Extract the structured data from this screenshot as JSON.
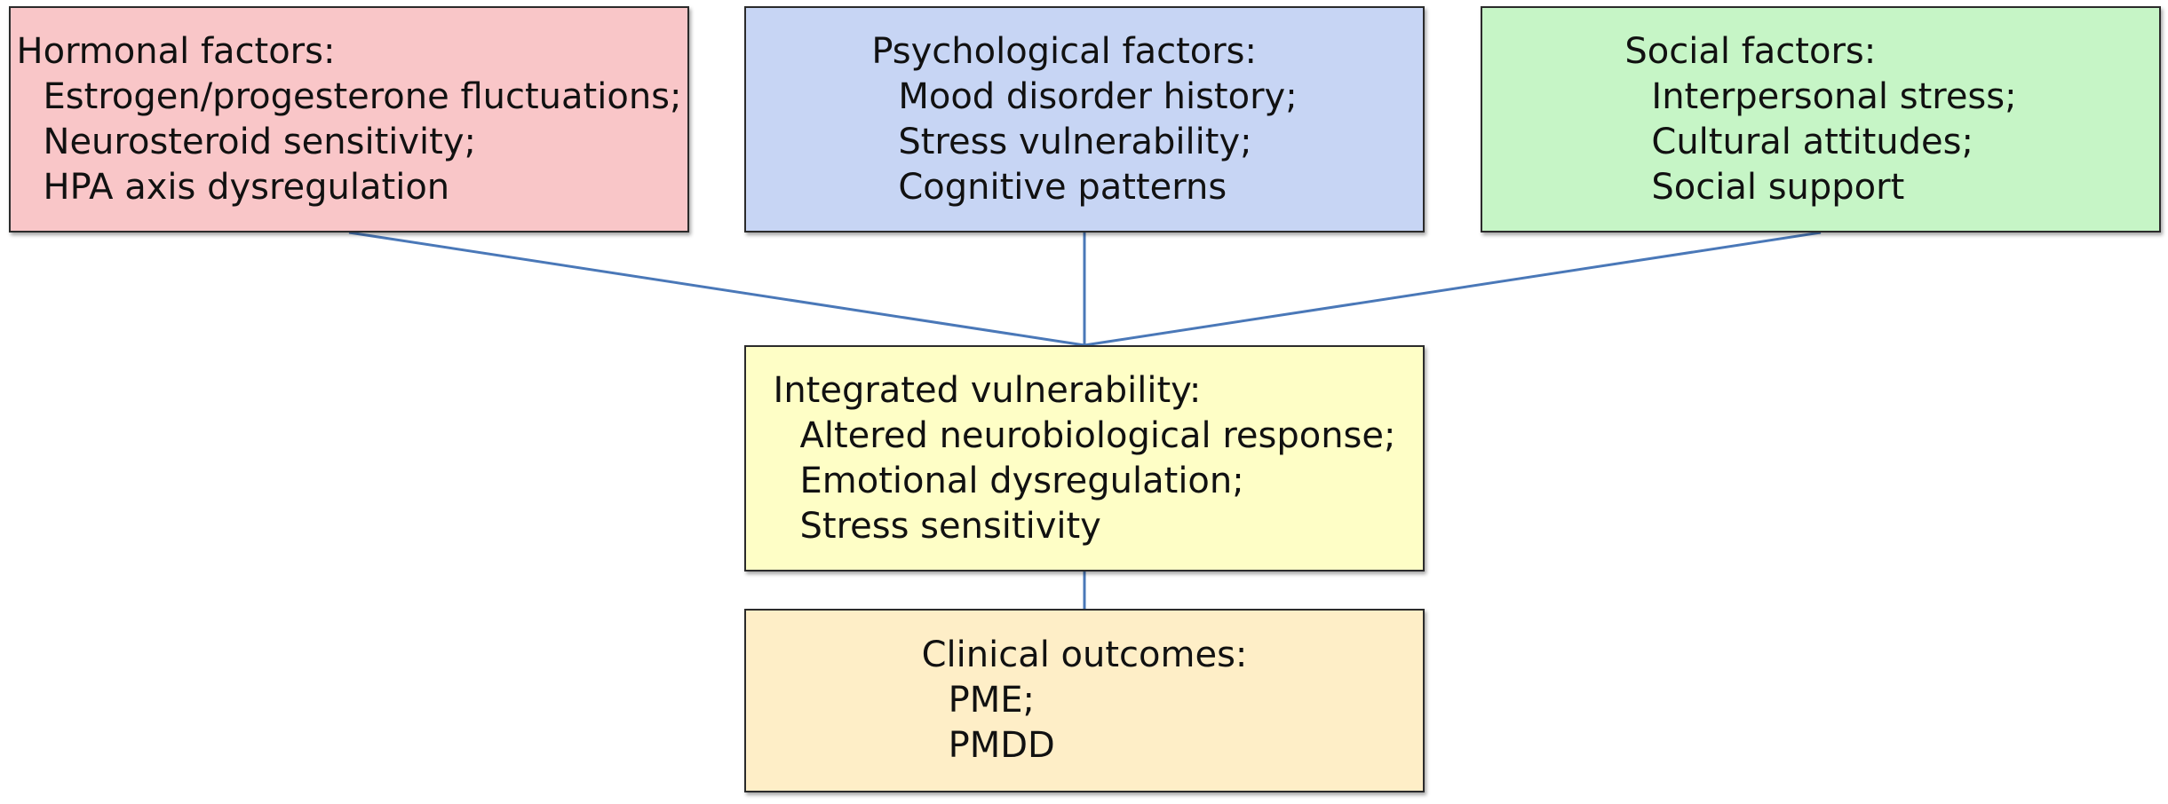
{
  "colors": {
    "hormonal": "#f9c6c8",
    "psychological": "#c7d5f4",
    "social": "#c6f5c6",
    "integrated": "#fefec6",
    "outcomes": "#feeec7",
    "connector": "#4a78b8"
  },
  "diagram": {
    "nodes": [
      {
        "id": "hormonal",
        "title": "Hormonal factors:",
        "items": [
          "Estrogen/progesterone fluctuations;",
          "Neurosteroid sensitivity;",
          "HPA axis dysregulation"
        ]
      },
      {
        "id": "psychological",
        "title": "Psychological factors:",
        "items": [
          "Mood disorder history;",
          "Stress vulnerability;",
          "Cognitive patterns"
        ]
      },
      {
        "id": "social",
        "title": "Social factors:",
        "items": [
          "Interpersonal stress;",
          "Cultural attitudes;",
          "Social support"
        ]
      },
      {
        "id": "integrated",
        "title": "Integrated vulnerability:",
        "items": [
          "Altered neurobiological response;",
          "Emotional dysregulation;",
          "Stress sensitivity"
        ]
      },
      {
        "id": "outcomes",
        "title": "Clinical outcomes:",
        "items": [
          "PME;",
          "PMDD"
        ]
      }
    ],
    "edges": [
      {
        "from": "hormonal",
        "to": "integrated"
      },
      {
        "from": "psychological",
        "to": "integrated"
      },
      {
        "from": "social",
        "to": "integrated"
      },
      {
        "from": "integrated",
        "to": "outcomes"
      }
    ]
  }
}
